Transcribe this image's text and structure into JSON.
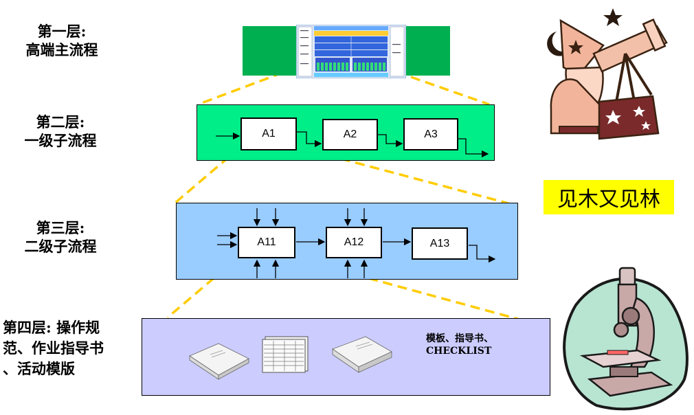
{
  "layers": [
    {
      "line1": "第一层:",
      "line2": "高端主流程"
    },
    {
      "line1": "第二层:",
      "line2": "一级子流程"
    },
    {
      "line1": "第三层:",
      "line2": "二级子流程"
    },
    {
      "line1": "第四层: 操作规",
      "line2": "范、作业指导书",
      "line3": "、活动模版"
    }
  ],
  "level2_processes": [
    "A1",
    "A2",
    "A3"
  ],
  "level3_processes": [
    "A11",
    "A12",
    "A13"
  ],
  "docs_caption_line1": "模板、指导书、",
  "docs_caption_line2": "CHECKLIST",
  "slogan": "见木又见林",
  "colors": {
    "level1_green": "#00b050",
    "level2_green": "#00ee88",
    "level3_blue": "#99ccff",
    "level4_lavender": "#ccccff",
    "dash_yellow": "#ffcc00",
    "slogan_bg": "#ffff00"
  }
}
